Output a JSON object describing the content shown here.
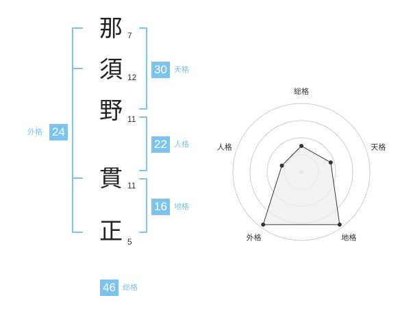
{
  "name": {
    "characters": [
      {
        "char": "那",
        "strokes": "7"
      },
      {
        "char": "須",
        "strokes": "12"
      },
      {
        "char": "野",
        "strokes": "11"
      },
      {
        "char": "貫",
        "strokes": "11"
      },
      {
        "char": "正",
        "strokes": "5"
      }
    ]
  },
  "fortune": {
    "tenkaku": {
      "value": "30",
      "label": "天格"
    },
    "jinkaku": {
      "value": "22",
      "label": "人格"
    },
    "chikaku": {
      "value": "16",
      "label": "地格"
    },
    "gaikaku": {
      "value": "24",
      "label": "外格"
    },
    "soukaku": {
      "value": "46",
      "label": "総格"
    }
  },
  "radar": {
    "axes": [
      "総格",
      "天格",
      "地格",
      "外格",
      "人格"
    ],
    "levels": 4,
    "scores": [
      0.38,
      0.45,
      0.95,
      0.95,
      0.3
    ],
    "colors": {
      "ring": "#cccccc",
      "fill": "#eeeeee",
      "line": "#333333",
      "point": "#333333"
    }
  },
  "accent_color": "#7cc4ee"
}
